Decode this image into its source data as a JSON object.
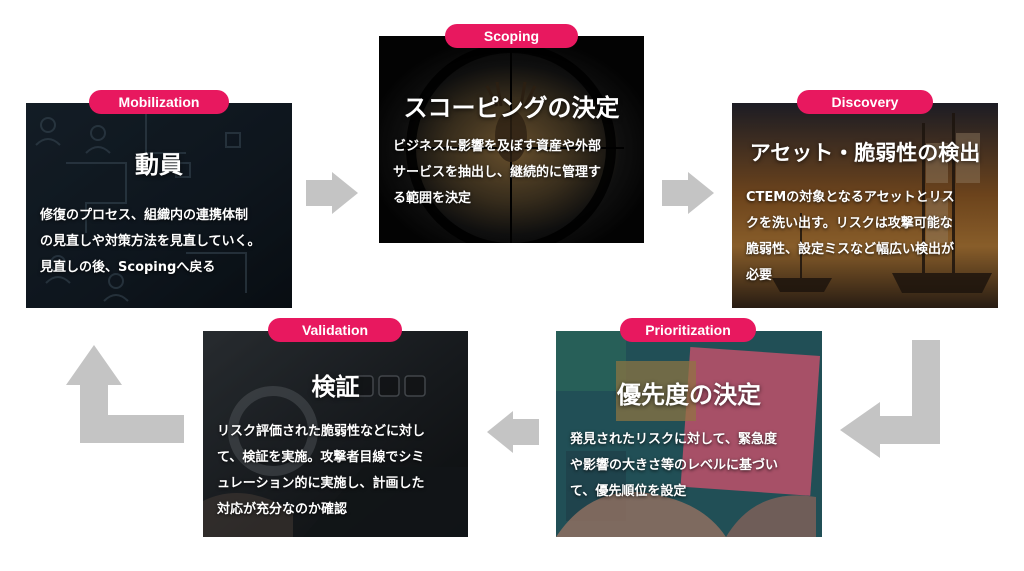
{
  "colors": {
    "badge": "#e8185f",
    "arrow": "#c4c4c4"
  },
  "stages": {
    "mobilization": {
      "badge": "Mobilization",
      "title": "動員",
      "lines": [
        "修復のプロセス、組織内の連携体制",
        "の見直しや対策方法を見直していく。",
        "見直しの後、Scopingへ戻る"
      ]
    },
    "scoping": {
      "badge": "Scoping",
      "title": "スコーピングの決定",
      "lines": [
        "ビジネスに影響を及ぼす資産や外部",
        "サービスを抽出し、継続的に管理す",
        "る範囲を決定"
      ]
    },
    "discovery": {
      "badge": "Discovery",
      "title": "アセット・脆弱性の検出",
      "lines": [
        "CTEMの対象となるアセットとリス",
        "クを洗い出す。リスクは攻撃可能な",
        "脆弱性、設定ミスなど幅広い検出が",
        "必要"
      ]
    },
    "prioritization": {
      "badge": "Prioritization",
      "title": "優先度の決定",
      "lines": [
        "発見されたリスクに対して、緊急度",
        "や影響の大きさ等のレベルに基づい",
        "て、優先順位を設定"
      ]
    },
    "validation": {
      "badge": "Validation",
      "title": "検証",
      "lines": [
        "リスク評価された脆弱性などに対し",
        "て、検証を実施。攻撃者目線でシミ",
        "ュレーション的に実施し、計画した",
        "対応が充分なのか確認"
      ]
    }
  },
  "icons": {
    "flow_arrows": "chevron-arrow-icon",
    "return_arrows": "elbow-arrow-icon"
  }
}
